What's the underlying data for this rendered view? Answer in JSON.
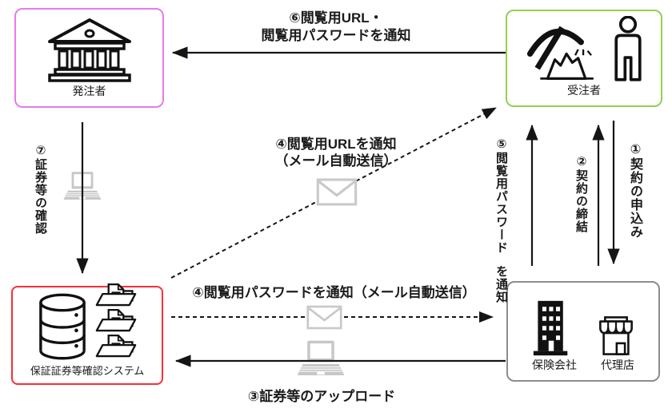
{
  "nodes": {
    "orderer": {
      "label": "発注者",
      "border_color": "#e87ae8",
      "icons": [
        "bank-icon"
      ]
    },
    "contractor": {
      "label": "受注者",
      "border_color": "#92d050",
      "icons": [
        "pickaxe-rock-icon",
        "person-icon"
      ]
    },
    "system": {
      "label": "保証証券等確認システム",
      "border_color": "#fa2e38",
      "icons": [
        "database-icon",
        "folder-doc-icon",
        "folder-doc-icon",
        "folder-doc-icon"
      ]
    },
    "partners": {
      "insurer_label": "保険会社",
      "agency_label": "代理店",
      "border_color": "#8c8c8c",
      "icons": [
        "building-icon",
        "store-icon"
      ]
    }
  },
  "flows": {
    "step1": {
      "label": "①契約の申込み",
      "direction": "down"
    },
    "step2": {
      "label": "②契約の締結",
      "direction": "up"
    },
    "step3": {
      "label": "③証券等のアップロード",
      "direction": "left",
      "icon": "laptop-icon"
    },
    "step4_url": {
      "line1": "④閲覧用URLを通知",
      "line2": "（メール自動送信）",
      "direction": "up-right",
      "icon": "mail-icon",
      "style": "dashed"
    },
    "step4_password": {
      "label": "④閲覧用パスワードを通知（メール自動送信）",
      "direction": "right",
      "icon": "mail-icon",
      "style": "dashed"
    },
    "step5": {
      "line1": "⑤閲覧用パスワード",
      "line2": "を通知",
      "direction": "up"
    },
    "step6": {
      "line1": "⑥閲覧用URL・",
      "line2": "閲覧用パスワードを通知",
      "direction": "left"
    },
    "step7": {
      "label": "⑦証券等の確認",
      "direction": "down",
      "icon": "laptop-icon"
    }
  },
  "colors": {
    "arrow": "#151515",
    "icon_line": "#111111",
    "muted_icon": "#c7c7c7",
    "text": "#1a1a1a",
    "background": "#ffffff"
  }
}
